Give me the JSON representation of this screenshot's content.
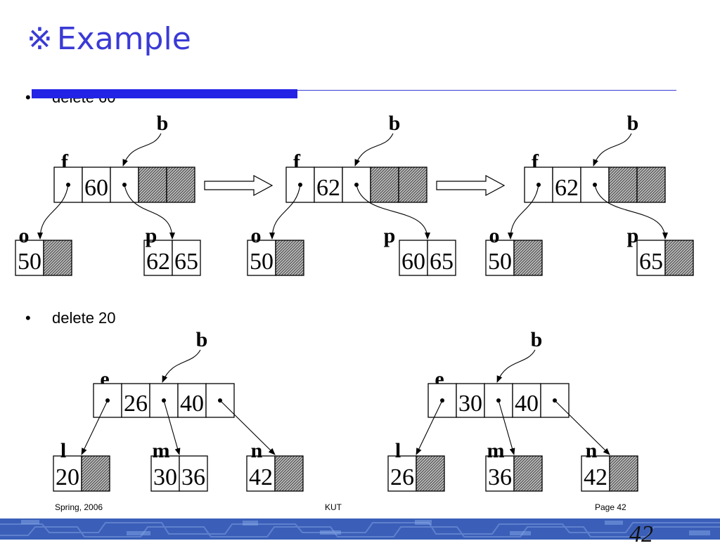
{
  "title": {
    "symbol": "※",
    "text": "Example"
  },
  "sections": [
    {
      "bullet": "•",
      "text": "delete 60"
    },
    {
      "bullet": "•",
      "text": "delete 20"
    }
  ],
  "diagram1": {
    "label_b": "b",
    "stages": [
      {
        "label_f": "f",
        "key": "60",
        "label_o": "o",
        "left_leaf": [
          "50"
        ],
        "label_p": "p",
        "right_leaf": [
          "62",
          "65"
        ]
      },
      {
        "label_f": "f",
        "key": "62",
        "label_o": "o",
        "left_leaf": [
          "50"
        ],
        "label_p": "p",
        "right_leaf": [
          "60",
          "65"
        ]
      },
      {
        "label_f": "f",
        "key": "62",
        "label_o": "o",
        "left_leaf": [
          "50"
        ],
        "label_p": "p",
        "right_leaf": [
          "65"
        ]
      }
    ]
  },
  "diagram2": {
    "label_b": "b",
    "stages": [
      {
        "label_e": "e",
        "keys": [
          "26",
          "40"
        ],
        "label_l": "l",
        "leaf_l": [
          "20"
        ],
        "label_m": "m",
        "leaf_m": [
          "30",
          "36"
        ],
        "label_n": "n",
        "leaf_n": [
          "42"
        ]
      },
      {
        "label_e": "e",
        "keys": [
          "30",
          "40"
        ],
        "label_l": "l",
        "leaf_l": [
          "26"
        ],
        "label_m": "m",
        "leaf_m": [
          "36"
        ],
        "label_n": "n",
        "leaf_n": [
          "42"
        ]
      }
    ]
  },
  "footer": {
    "left": "Spring, 2006",
    "center": "KUT",
    "right": "Page 42",
    "page_number": "42"
  },
  "colors": {
    "title": "#3a3ad6",
    "rule": "#2323e6",
    "band": "#3b5fb8"
  }
}
